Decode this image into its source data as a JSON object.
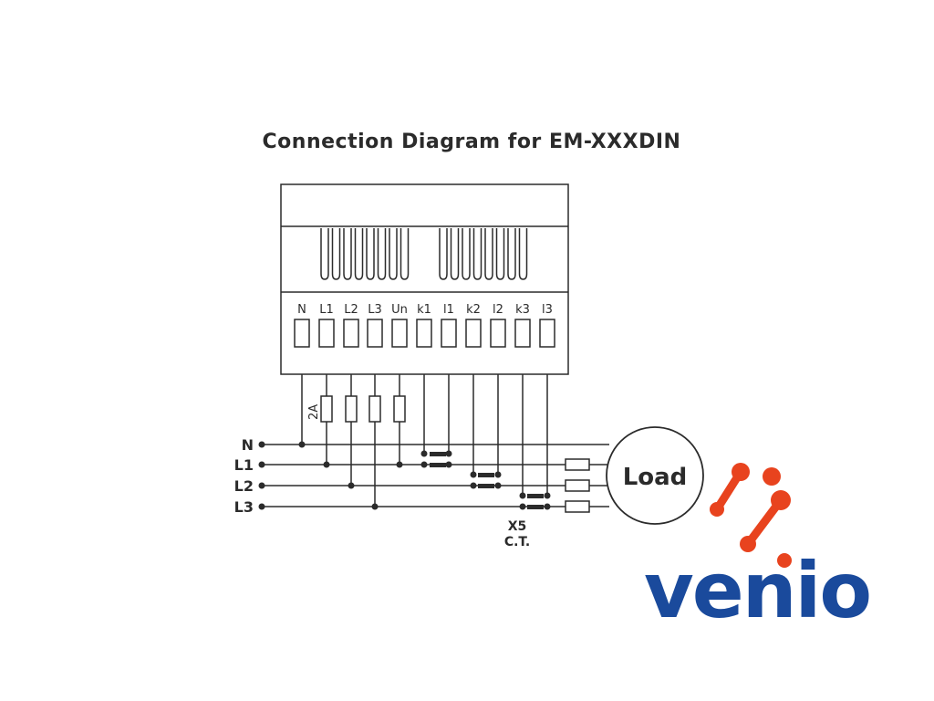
{
  "title": "Connection Diagram for EM-XXXDIN",
  "terminals": [
    "N",
    "L1",
    "L2",
    "L3",
    "Un",
    "k1",
    "l1",
    "k2",
    "l2",
    "k3",
    "l3"
  ],
  "fuse_rating": "2A",
  "lines": [
    "N",
    "L1",
    "L2",
    "L3"
  ],
  "load_label": "Load",
  "ct_label": "X5",
  "ct_sub_label": "C.T.",
  "brand": {
    "name": "venio",
    "text_color": "#1a4a9c",
    "accent_color": "#e8431e"
  },
  "colors": {
    "line": "#2b2b2b",
    "background": "#ffffff"
  }
}
